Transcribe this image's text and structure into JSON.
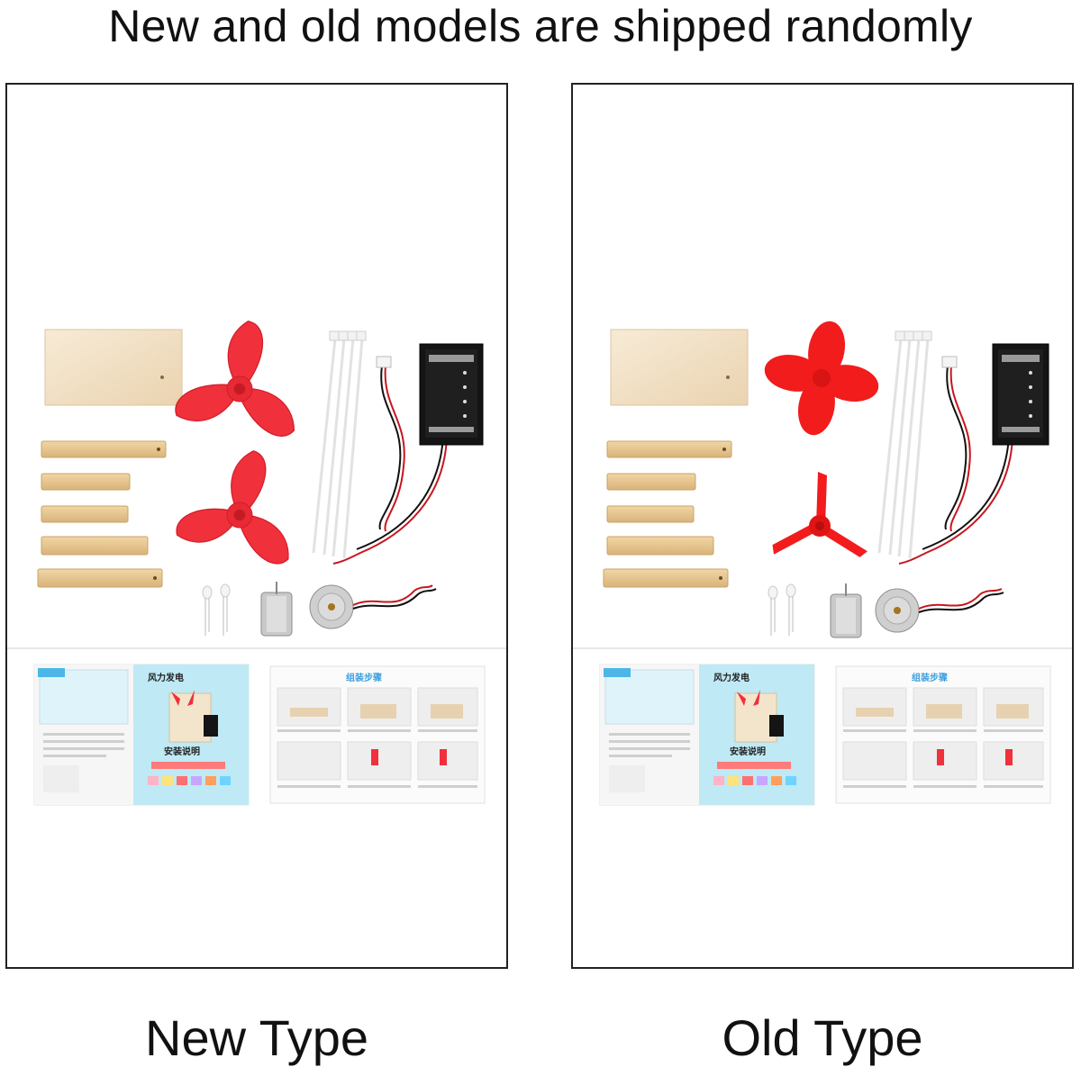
{
  "headline": "New and old models are shipped randomly",
  "panels": [
    {
      "label": "New Type",
      "booklet_left_title": "风力发电",
      "booklet_left_subtitle": "安装说明",
      "booklet_right_title": "组装步骤",
      "fan_top": "three-blade-propeller",
      "fan_bottom": "three-blade-propeller"
    },
    {
      "label": "Old Type",
      "booklet_left_title": "风力发电",
      "booklet_left_subtitle": "安装说明",
      "booklet_right_title": "组装步骤",
      "fan_top": "four-blade-propeller",
      "fan_bottom": "three-blade-thin-propeller"
    }
  ],
  "colors": {
    "fan_red": "#f0303a",
    "wood": "#e8c58e",
    "board": "#f3e4cc",
    "booklet_cyan": "#bfe9f4",
    "battery_box": "#141414"
  }
}
